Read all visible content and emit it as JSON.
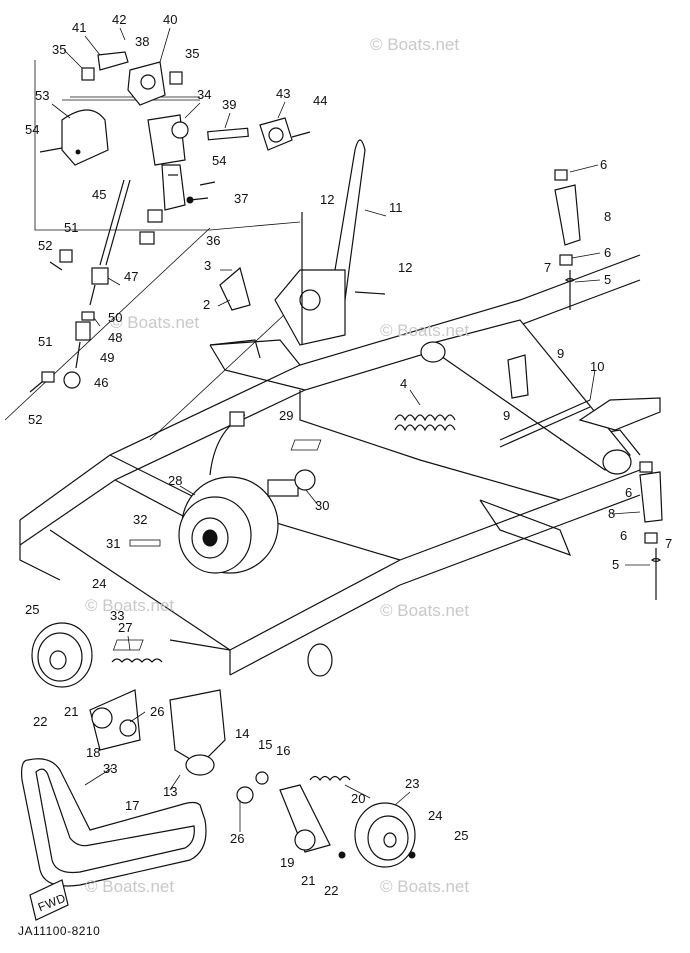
{
  "diagram": {
    "drawing_code": "JA11100-8210",
    "watermark": "© Boats.net",
    "direction_tag": "FWD",
    "part_numbers": [
      "2",
      "3",
      "4",
      "5",
      "6",
      "7",
      "8",
      "9",
      "10",
      "11",
      "12",
      "13",
      "14",
      "15",
      "16",
      "17",
      "18",
      "19",
      "20",
      "21",
      "22",
      "23",
      "24",
      "25",
      "26",
      "27",
      "28",
      "29",
      "30",
      "31",
      "32",
      "33",
      "34",
      "35",
      "36",
      "37",
      "38",
      "39",
      "40",
      "41",
      "42",
      "43",
      "44",
      "45",
      "46",
      "47",
      "48",
      "49",
      "50",
      "51",
      "52",
      "53",
      "54"
    ]
  }
}
